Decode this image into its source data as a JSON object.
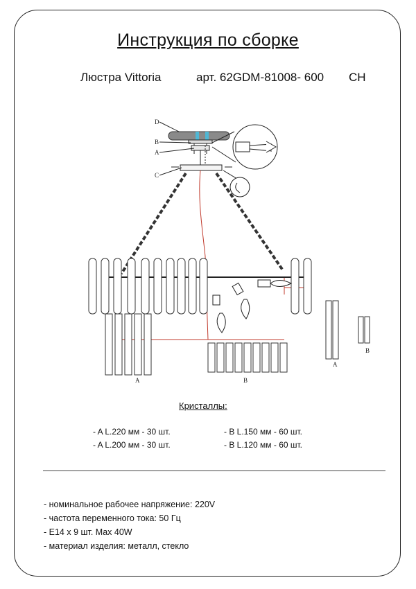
{
  "header": {
    "title": "Инструкция по сборке",
    "product_name": "Люстра Vittoria",
    "article": "арт. 62GDM-81008- 600",
    "article_suffix": "CH"
  },
  "diagram": {
    "part_labels": [
      "D",
      "B",
      "A",
      "C"
    ],
    "crystal_group_labels": {
      "a_large": "A",
      "b_large": "B",
      "a_small": "A",
      "b_small": "B"
    }
  },
  "crystals": {
    "title": "Кристаллы:",
    "items": [
      "- A L.220 мм - 30 шт.",
      "- A L.200 мм - 30 шт.",
      "- B L.150 мм -  60 шт.",
      "- B L.120 мм -  60 шт."
    ]
  },
  "parameters": [
    "- номинальное рабочее напряжение: 220V",
    "- частота переменного тока: 50 Гц",
    "- Е14 х 9 шт. Max 40W",
    "- материал изделия: металл, стекло"
  ]
}
